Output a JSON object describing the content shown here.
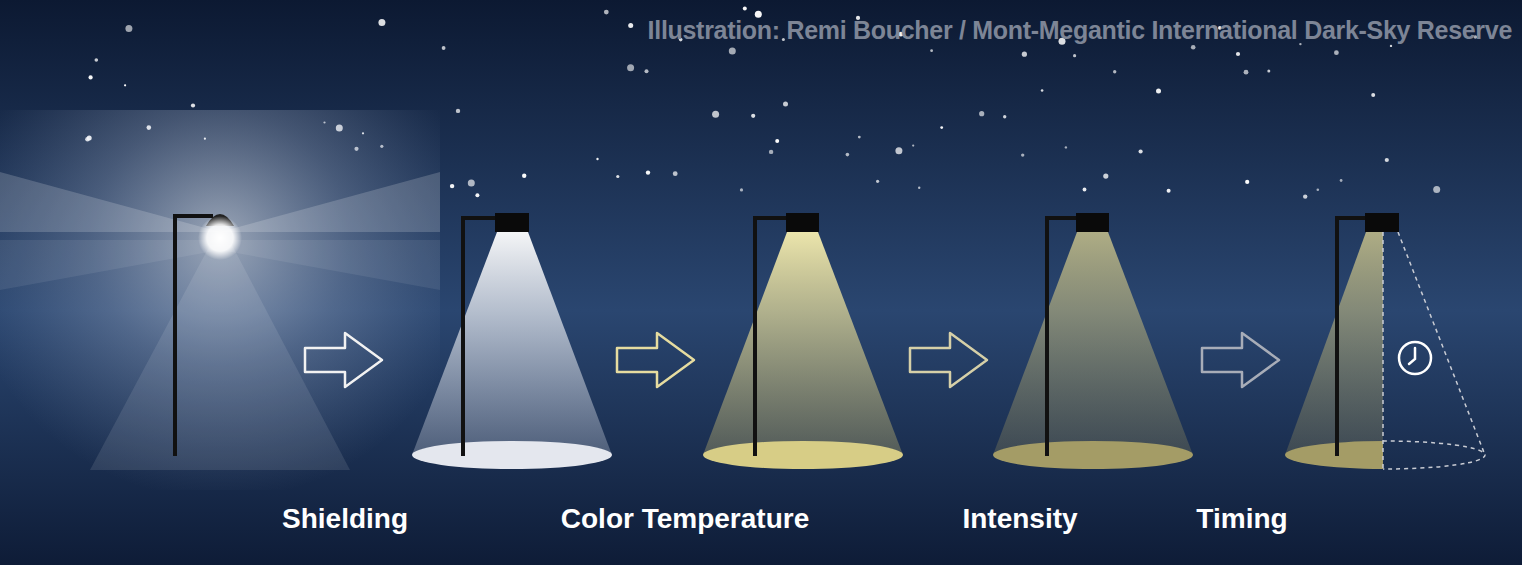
{
  "diagram": {
    "labels": [
      "Illustration: Remi Boucher / Mont-Megantic International Dark-Sky Reserve",
      "Shielding",
      "Color Temperature",
      "Intensity",
      "Timing"
    ]
  }
}
